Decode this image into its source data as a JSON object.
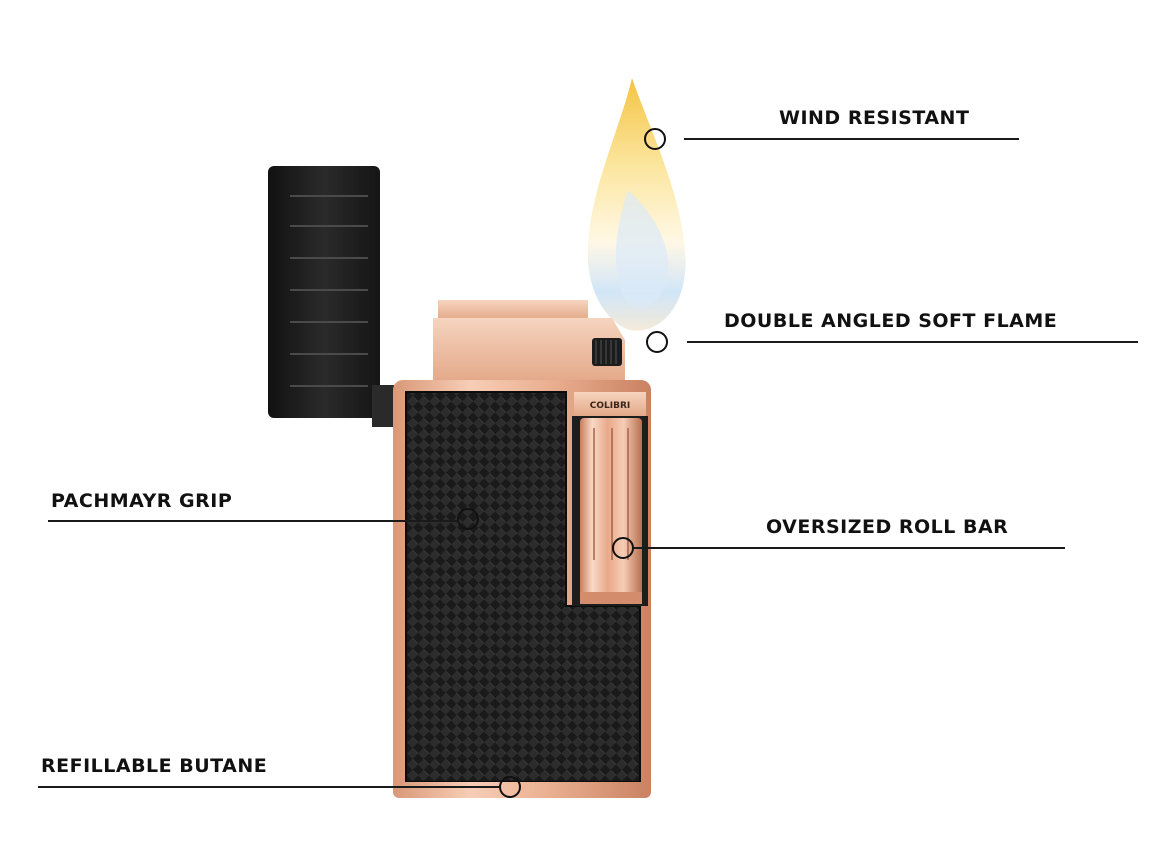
{
  "product": {
    "brand_mark": "COLIBRI",
    "body_color": "#141414",
    "trim_color": "#e6a98a"
  },
  "callouts": {
    "wind_resistant": "WIND RESISTANT",
    "soft_flame": "DOUBLE ANGLED SOFT FLAME",
    "pachmayr_grip": "PACHMAYR GRIP",
    "roll_bar": "OVERSIZED ROLL BAR",
    "butane": "REFILLABLE BUTANE"
  }
}
